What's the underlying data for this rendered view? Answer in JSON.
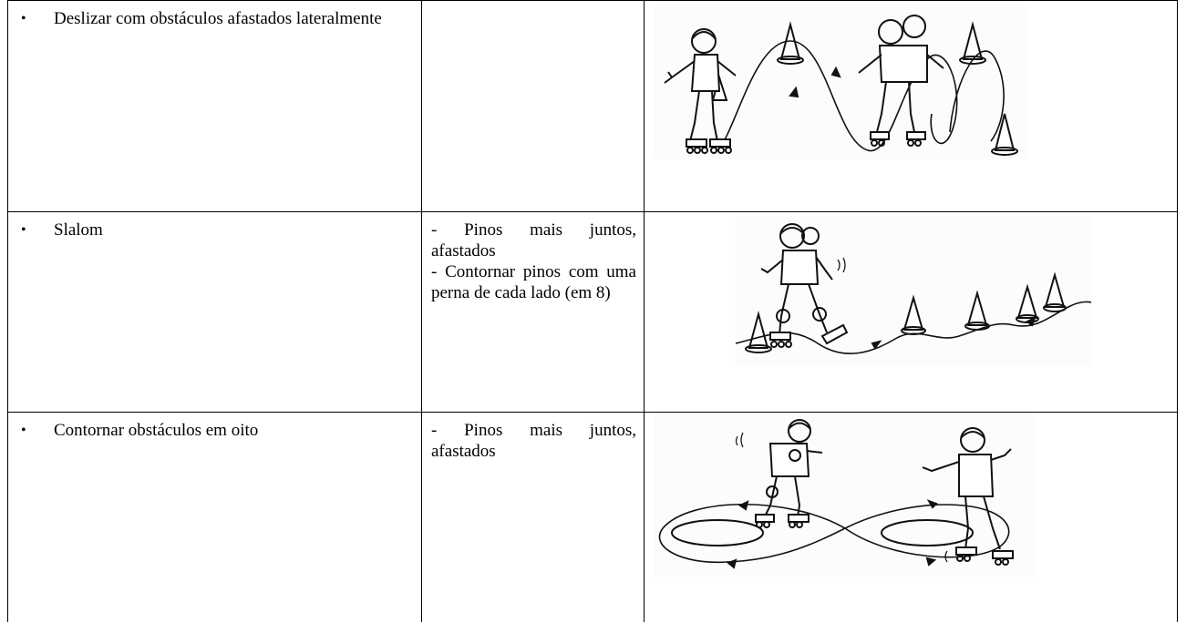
{
  "rows": [
    {
      "activity": "Deslizar com obstáculos afastados lateralmente",
      "variations": [],
      "illustration": "skaters-weaving-wide-cones-illustration"
    },
    {
      "activity": "Slalom",
      "variations": [
        "- Pinos mais juntos, afastados",
        "- Contornar pinos com uma perna de cada lado (em 8)"
      ],
      "illustration": "skater-slalom-cones-illustration"
    },
    {
      "activity": "Contornar obstáculos em oito",
      "variations": [
        "- Pinos mais juntos, afastados"
      ],
      "illustration": "skaters-figure-eight-illustration"
    }
  ],
  "bullet_symbol": "•",
  "colors": {
    "border": "#000000",
    "text": "#000000",
    "drawing": "#111111"
  }
}
